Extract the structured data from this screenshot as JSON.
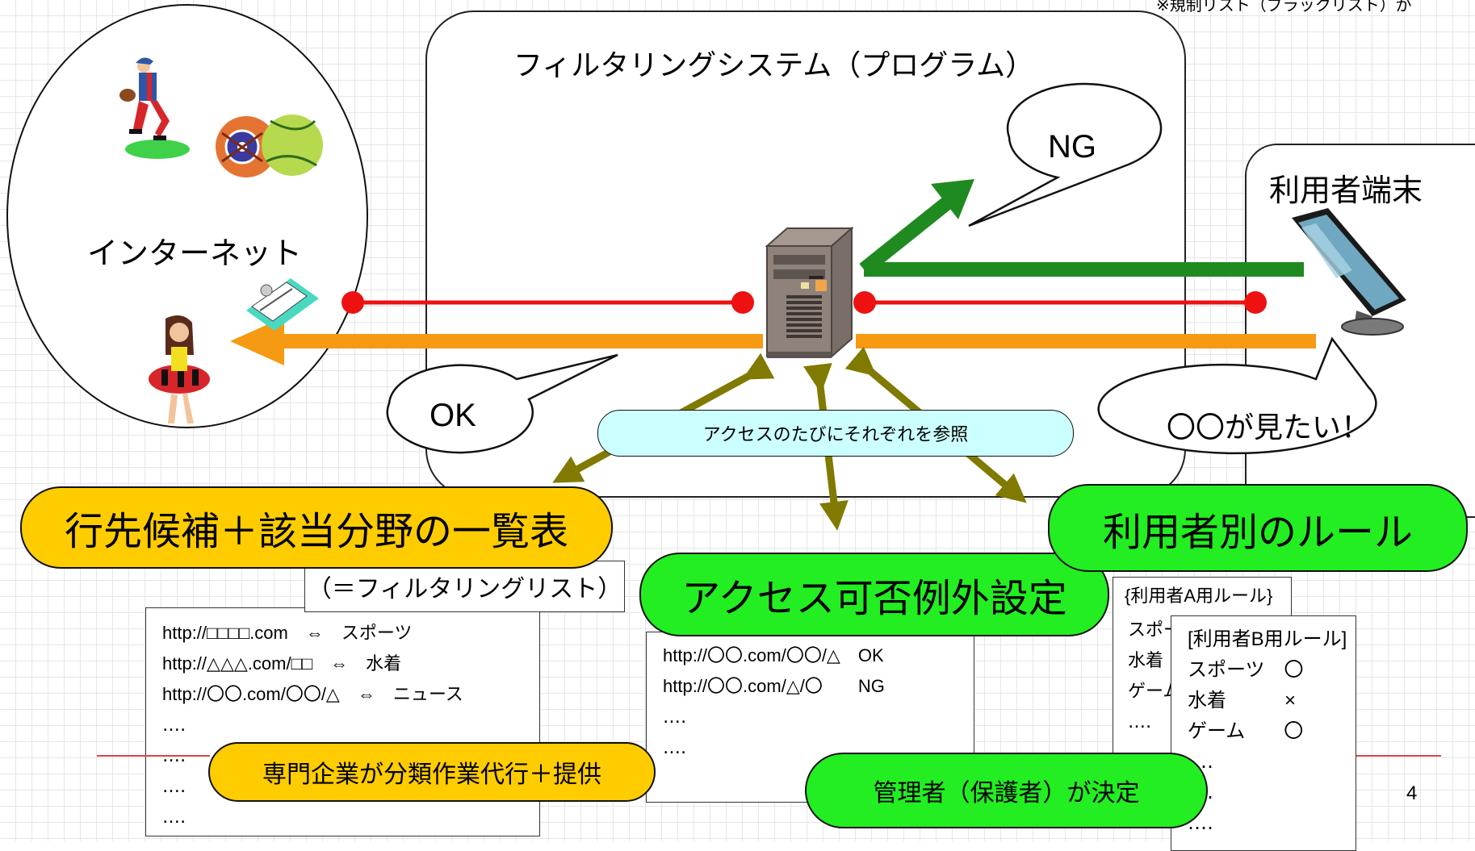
{
  "top_right_note": "※規制リスト（ブラックリスト）が",
  "filter_system_title": "フィルタリングシステム（プログラム）",
  "internet_label": "インターネット",
  "user_terminal_label": "利用者端末",
  "bubble_ng": "NG",
  "bubble_ok": "OK",
  "bubble_user": "〇〇が見たい！",
  "reference_caption": "アクセスのたびにそれぞれを参照",
  "list_table_title": "行先候補＋該当分野の一覧表",
  "filtering_list_label": "（＝フィルタリングリスト）",
  "list_entries": [
    "http://□□□□.com　⇔　スポーツ",
    "http://△△△.com/□□　⇔　水着",
    "http://〇〇.com/〇〇/△　⇔　ニュース",
    "‥‥",
    "‥‥",
    "‥‥",
    "‥‥"
  ],
  "vendor_note": "専門企業が分類作業代行＋提供",
  "access_exception_title": "アクセス可否例外設定",
  "exception_entries": [
    "http://〇〇.com/〇〇/△　OK",
    "http://〇〇.com/△/〇　　NG",
    "‥‥",
    "‥‥"
  ],
  "admin_note": "管理者（保護者）が決定",
  "user_rules_title": "利用者別のルール",
  "rule_a": {
    "header": "{利用者A用ルール}",
    "lines": [
      "スポーツ",
      "水着",
      "ゲーム",
      "‥‥",
      "‥‥"
    ]
  },
  "rule_b": {
    "header": "[利用者B用ルール]",
    "lines": [
      "スポーツ　〇",
      "水着　　　×",
      "ゲーム　　〇",
      "‥‥",
      "‥‥",
      "‥‥"
    ]
  },
  "page_number": "4",
  "colors": {
    "request_line": "#ee1111",
    "ok_arrow": "#f59a12",
    "ng_arrow": "#1f8a1f",
    "reference_arrows": "#807a00",
    "list_title_fill": "#ffcc00",
    "green_pill_fill": "#22ee22",
    "caption_fill": "#ccffff"
  }
}
